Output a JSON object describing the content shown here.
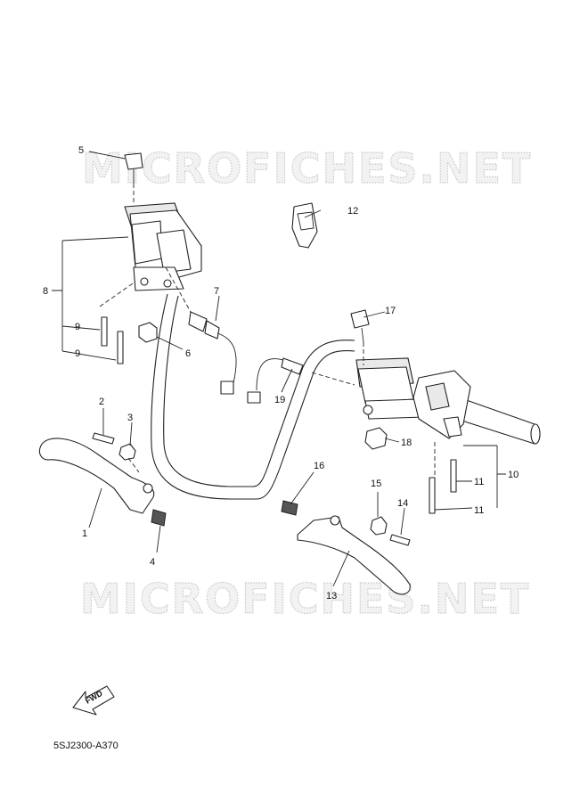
{
  "watermark": "MICROFICHES.NET",
  "diagram_code": "5SJ2300-A370",
  "fwd_label": "FWD",
  "callouts": [
    {
      "id": "c1",
      "label": "1"
    },
    {
      "id": "c2",
      "label": "2"
    },
    {
      "id": "c3",
      "label": "3"
    },
    {
      "id": "c4",
      "label": "4"
    },
    {
      "id": "c5",
      "label": "5"
    },
    {
      "id": "c6",
      "label": "6"
    },
    {
      "id": "c7",
      "label": "7"
    },
    {
      "id": "c8",
      "label": "8"
    },
    {
      "id": "c9a",
      "label": "9"
    },
    {
      "id": "c9b",
      "label": "9"
    },
    {
      "id": "c10",
      "label": "10"
    },
    {
      "id": "c11a",
      "label": "11"
    },
    {
      "id": "c11b",
      "label": "11"
    },
    {
      "id": "c12",
      "label": "12"
    },
    {
      "id": "c13",
      "label": "13"
    },
    {
      "id": "c14",
      "label": "14"
    },
    {
      "id": "c15",
      "label": "15"
    },
    {
      "id": "c16",
      "label": "16"
    },
    {
      "id": "c17",
      "label": "17"
    },
    {
      "id": "c18",
      "label": "18"
    },
    {
      "id": "c19",
      "label": "19"
    }
  ]
}
